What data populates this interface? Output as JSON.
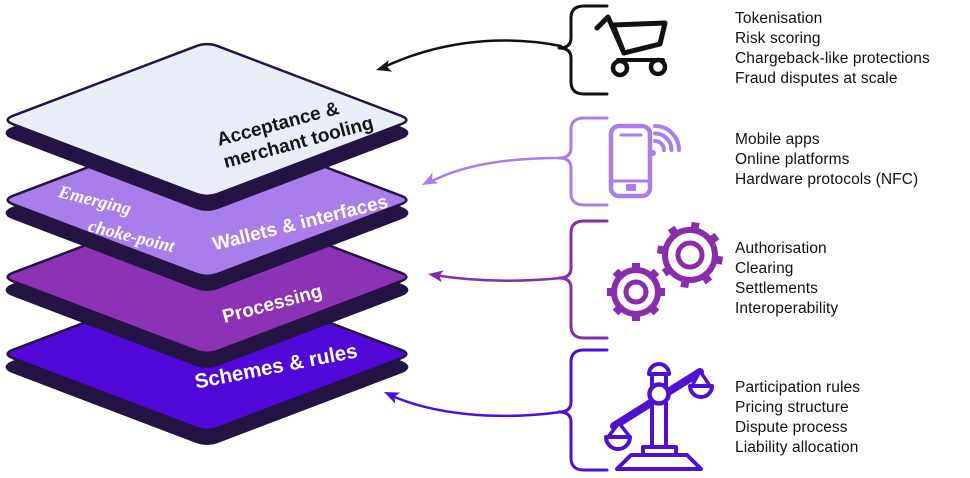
{
  "title": "Payment stack layers diagram",
  "colors": {
    "background": "#ffffff",
    "edge": "#241443"
  },
  "stack": {
    "layers": [
      {
        "id": "acceptance",
        "lines": [
          "Acceptance &",
          "merchant tooling"
        ],
        "fill": "#e9edf8",
        "label_color": "#141414"
      },
      {
        "id": "wallets",
        "lines": [
          "Wallets & interfaces"
        ],
        "fill": "#a97eea",
        "label_color": "#ffffff"
      },
      {
        "id": "processing",
        "lines": [
          "Processing"
        ],
        "fill": "#8b32b5",
        "label_color": "#ffffff"
      },
      {
        "id": "schemes",
        "lines": [
          "Schemes & rules"
        ],
        "fill": "#5008d8",
        "label_color": "#ffffff"
      }
    ],
    "annotation": {
      "lines": [
        "Emerging",
        "choke-point"
      ],
      "color": "#ffffff"
    }
  },
  "groups": [
    {
      "id": "acceptance",
      "icon": "shopping-cart-icon",
      "color": "#111111",
      "items": [
        "Tokenisation",
        "Risk scoring",
        "Chargeback-like protections",
        "Fraud disputes at scale"
      ]
    },
    {
      "id": "wallets",
      "icon": "smartphone-nfc-icon",
      "color": "#a97eea",
      "items": [
        "Mobile apps",
        "Online platforms",
        "Hardware protocols (NFC)"
      ]
    },
    {
      "id": "processing",
      "icon": "gears-icon",
      "color": "#8b2bad",
      "items": [
        "Authorisation",
        "Clearing",
        "Settlements",
        "Interoperability"
      ]
    },
    {
      "id": "schemes",
      "icon": "scales-icon",
      "color": "#4f10d6",
      "items": [
        "Participation rules",
        "Pricing structure",
        "Dispute process",
        "Liability allocation"
      ]
    }
  ]
}
